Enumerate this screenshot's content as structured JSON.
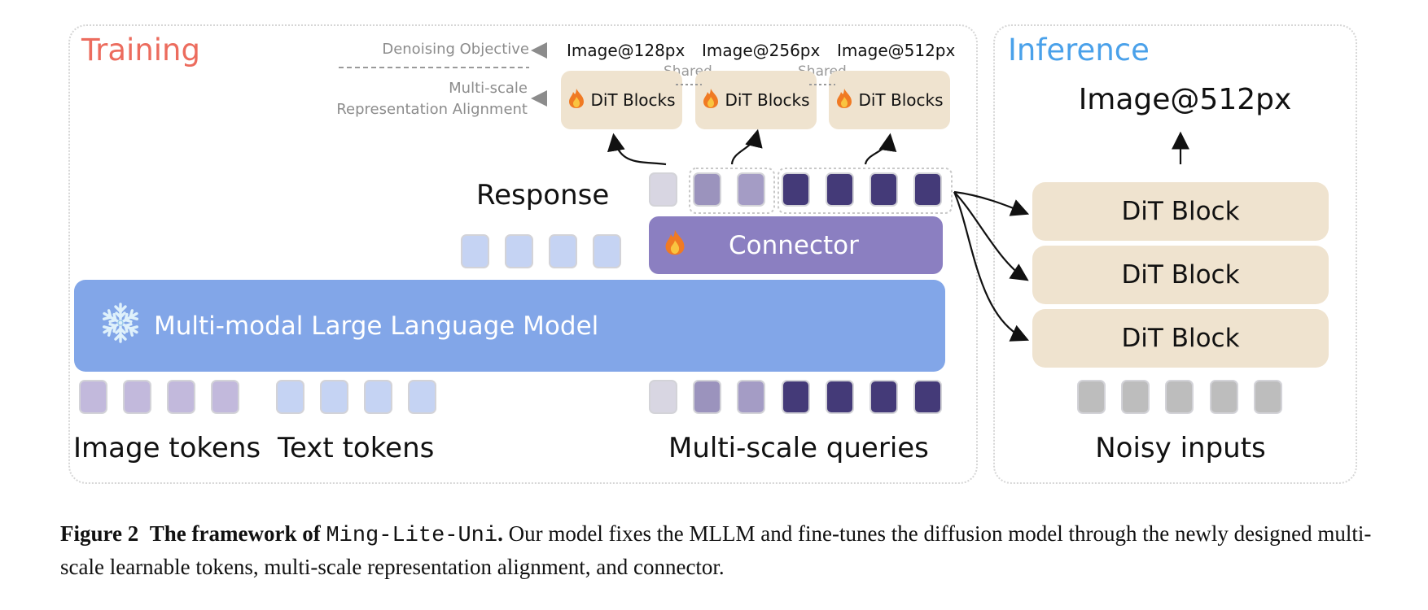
{
  "training": {
    "title": "Training",
    "denoising_label": "Denoising Objective",
    "alignment_label_1": "Multi-scale",
    "alignment_label_2": "Representation Alignment",
    "resolutions": [
      "Image@128px",
      "Image@256px",
      "Image@512px"
    ],
    "dit_blocks_label": "DiT Blocks",
    "shared_label": "Shared",
    "response_label": "Response",
    "connector_label": "Connector",
    "mllm_label": "Multi-modal Large Language Model",
    "image_tokens_label": "Image tokens",
    "text_tokens_label": "Text tokens",
    "multiscale_queries_label": "Multi-scale queries"
  },
  "inference": {
    "title": "Inference",
    "output_label": "Image@512px",
    "dit_block_label": "DiT Block",
    "noisy_inputs_label": "Noisy inputs"
  },
  "icons": {
    "fire": "fire-icon",
    "snowflake": "snowflake-icon"
  },
  "colors": {
    "training_title": "#ec6c5e",
    "inference_title": "#4aa1ea",
    "dit_block": "#efe3cf",
    "connector": "#8b7fc1",
    "mllm": "#82a6e8",
    "image_token": "#c2b9dc",
    "text_token": "#c5d3f3",
    "query_light": "#d8d6e2",
    "query_mid_1": "#9b93bd",
    "query_mid_2": "#a49cc5",
    "query_dark": "#443a78",
    "noise_token": "#bdbdbd"
  },
  "caption": {
    "figure_label": "Figure 2",
    "bold_text": "The framework of",
    "model_name": "Ming-Lite-Uni",
    "period": ".",
    "body_text": " Our model fixes the MLLM and fine-tunes the diffusion model through the newly designed multi-scale learnable tokens, multi-scale representation alignment, and connector."
  }
}
